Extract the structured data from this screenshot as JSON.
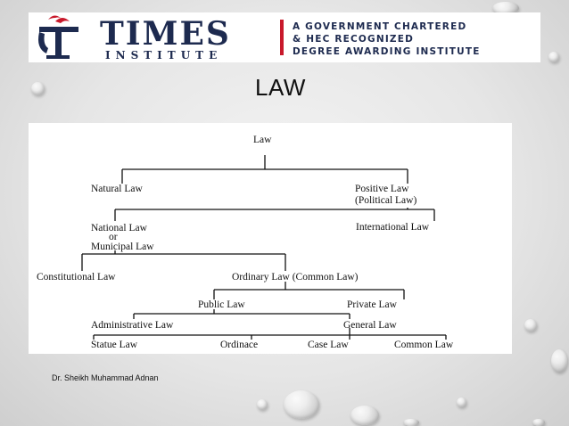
{
  "header": {
    "logo_word": "TIMES",
    "logo_sub": "INSTITUTE",
    "tagline_lines": [
      "A GOVERNMENT CHARTERED",
      "& HEC RECOGNIZED",
      "DEGREE AWARDING INSTITUTE"
    ],
    "accent_color": "#c8192b",
    "brand_color": "#1d2a4f"
  },
  "slide": {
    "title": "LAW"
  },
  "diagram": {
    "root": "Law",
    "natural": "Natural Law",
    "positive_1": "Positive Law",
    "positive_2": "(Political Law)",
    "national_1": "National Law",
    "national_2": "or",
    "national_3": "Municipal Law",
    "international": "International Law",
    "constitutional": "Constitutional Law",
    "ordinary": "Ordinary Law (Common Law)",
    "public": "Public Law",
    "private": "Private Law",
    "administrative": "Administrative Law",
    "general": "General Law",
    "statue": "Statue Law",
    "ordinance": "Ordinace",
    "case": "Case Law",
    "common": "Common Law"
  },
  "footer": {
    "author": "Dr. Sheikh Muhammad Adnan"
  }
}
